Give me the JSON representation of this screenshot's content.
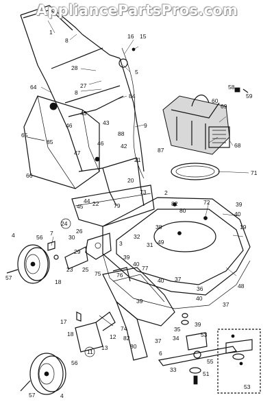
{
  "watermark": {
    "text": "AppliancePartsPros.com"
  },
  "diagram": {
    "inset_label": "53",
    "callouts": [
      {
        "id": "c1",
        "text": "1"
      },
      {
        "id": "c8a",
        "text": "8"
      },
      {
        "id": "c16",
        "text": "16"
      },
      {
        "id": "c15",
        "text": "15"
      },
      {
        "id": "c5",
        "text": "5"
      },
      {
        "id": "c28",
        "text": "28"
      },
      {
        "id": "c27",
        "text": "27"
      },
      {
        "id": "c8b",
        "text": "8"
      },
      {
        "id": "c64",
        "text": "64"
      },
      {
        "id": "c84",
        "text": "84"
      },
      {
        "id": "c43a",
        "text": "43"
      },
      {
        "id": "c43b",
        "text": "43"
      },
      {
        "id": "c46a",
        "text": "46"
      },
      {
        "id": "c85",
        "text": "85"
      },
      {
        "id": "c88",
        "text": "88"
      },
      {
        "id": "c65",
        "text": "65"
      },
      {
        "id": "c9",
        "text": "9"
      },
      {
        "id": "c58",
        "text": "58"
      },
      {
        "id": "c59",
        "text": "59"
      },
      {
        "id": "c60",
        "text": "60"
      },
      {
        "id": "c69",
        "text": "69"
      },
      {
        "id": "c68",
        "text": "68"
      },
      {
        "id": "c87",
        "text": "87"
      },
      {
        "id": "c47",
        "text": "47"
      },
      {
        "id": "c46b",
        "text": "46"
      },
      {
        "id": "c42",
        "text": "42"
      },
      {
        "id": "c21",
        "text": "21"
      },
      {
        "id": "c66",
        "text": "66"
      },
      {
        "id": "c71",
        "text": "71"
      },
      {
        "id": "c20",
        "text": "20"
      },
      {
        "id": "c73",
        "text": "73"
      },
      {
        "id": "c2",
        "text": "2"
      },
      {
        "id": "c44",
        "text": "44"
      },
      {
        "id": "c22",
        "text": "22"
      },
      {
        "id": "c79",
        "text": "79"
      },
      {
        "id": "c45",
        "text": "45"
      },
      {
        "id": "c82a",
        "text": "82"
      },
      {
        "id": "c72",
        "text": "72"
      },
      {
        "id": "c39a",
        "text": "39"
      },
      {
        "id": "c40a",
        "text": "40"
      },
      {
        "id": "c80a",
        "text": "80"
      },
      {
        "id": "c24",
        "text": "24"
      },
      {
        "id": "c26",
        "text": "26"
      },
      {
        "id": "c38",
        "text": "38"
      },
      {
        "id": "c49",
        "text": "49"
      },
      {
        "id": "c19",
        "text": "19"
      },
      {
        "id": "c7",
        "text": "7"
      },
      {
        "id": "c30",
        "text": "30"
      },
      {
        "id": "c4a",
        "text": "4"
      },
      {
        "id": "c56a",
        "text": "56"
      },
      {
        "id": "c32",
        "text": "32"
      },
      {
        "id": "c31",
        "text": "31"
      },
      {
        "id": "c3",
        "text": "3"
      },
      {
        "id": "c29",
        "text": "29"
      },
      {
        "id": "c25",
        "text": "25"
      },
      {
        "id": "c23",
        "text": "23"
      },
      {
        "id": "c18a",
        "text": "18"
      },
      {
        "id": "c57a",
        "text": "57"
      },
      {
        "id": "c39b",
        "text": "39"
      },
      {
        "id": "c40b",
        "text": "40"
      },
      {
        "id": "c77",
        "text": "77"
      },
      {
        "id": "c75",
        "text": "75"
      },
      {
        "id": "c76",
        "text": "76"
      },
      {
        "id": "c40c",
        "text": "40"
      },
      {
        "id": "c37a",
        "text": "37"
      },
      {
        "id": "c48",
        "text": "48"
      },
      {
        "id": "c39c",
        "text": "39"
      },
      {
        "id": "c36",
        "text": "36"
      },
      {
        "id": "c40d",
        "text": "40"
      },
      {
        "id": "c37b",
        "text": "37"
      },
      {
        "id": "c39d",
        "text": "39"
      },
      {
        "id": "c35",
        "text": "35"
      },
      {
        "id": "c34",
        "text": "34"
      },
      {
        "id": "c53a",
        "text": "53"
      },
      {
        "id": "c17",
        "text": "17"
      },
      {
        "id": "c74",
        "text": "74"
      },
      {
        "id": "c12",
        "text": "12"
      },
      {
        "id": "c82b",
        "text": "82"
      },
      {
        "id": "c18b",
        "text": "18"
      },
      {
        "id": "c13",
        "text": "13"
      },
      {
        "id": "c11",
        "text": "11"
      },
      {
        "id": "c80b",
        "text": "80"
      },
      {
        "id": "c37c",
        "text": "37"
      },
      {
        "id": "c6",
        "text": "6"
      },
      {
        "id": "c55",
        "text": "55"
      },
      {
        "id": "c56b",
        "text": "56"
      },
      {
        "id": "c33",
        "text": "33"
      },
      {
        "id": "c51",
        "text": "51"
      },
      {
        "id": "c57b",
        "text": "57"
      },
      {
        "id": "c4b",
        "text": "4"
      }
    ]
  }
}
